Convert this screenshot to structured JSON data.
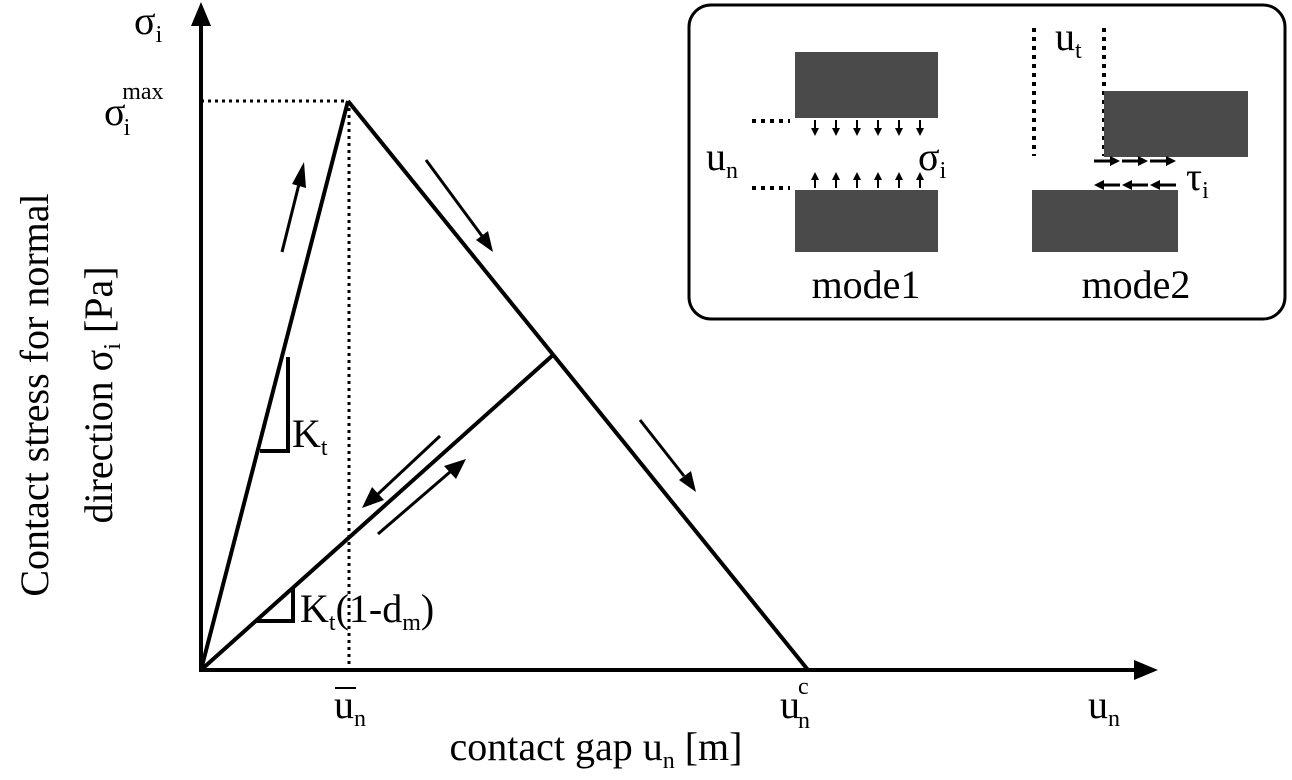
{
  "labels": {
    "y_axis_symbol": "σ",
    "y_axis_symbol_sub": "i",
    "sigma_max_main": "σ",
    "sigma_max_sub": "i",
    "sigma_max_sup": "max",
    "y_title_line1": "Contact stress for normal",
    "y_title_line2_main": "direction σ",
    "y_title_line2_sub": "i",
    "y_title_line2_unit": " [Pa]",
    "x_title_main": "contact gap u",
    "x_title_sub": "n",
    "x_title_unit": " [m]",
    "x_axis_symbol": "u",
    "x_axis_symbol_sub": "n",
    "un_bar_main": "u",
    "un_bar_sub": "n",
    "unc_main": "u",
    "unc_sub": "n",
    "unc_sup": "c",
    "kt_main": "K",
    "kt_sub": "t",
    "ktd_main": "K",
    "ktd_sub": "t",
    "ktd_paren_open": "(1-d",
    "ktd_paren_sub": "m",
    "ktd_paren_close": ")"
  },
  "inset": {
    "mode1_label": "mode1",
    "mode2_label": "mode2",
    "mode1_gap_main": "u",
    "mode1_gap_sub": "n",
    "mode1_stress_main": "σ",
    "mode1_stress_sub": "i",
    "mode2_gap_main": "u",
    "mode2_gap_sub": "t",
    "mode2_stress_main": "τ",
    "mode2_stress_sub": "i",
    "block_color": "#4a4a4a"
  }
}
